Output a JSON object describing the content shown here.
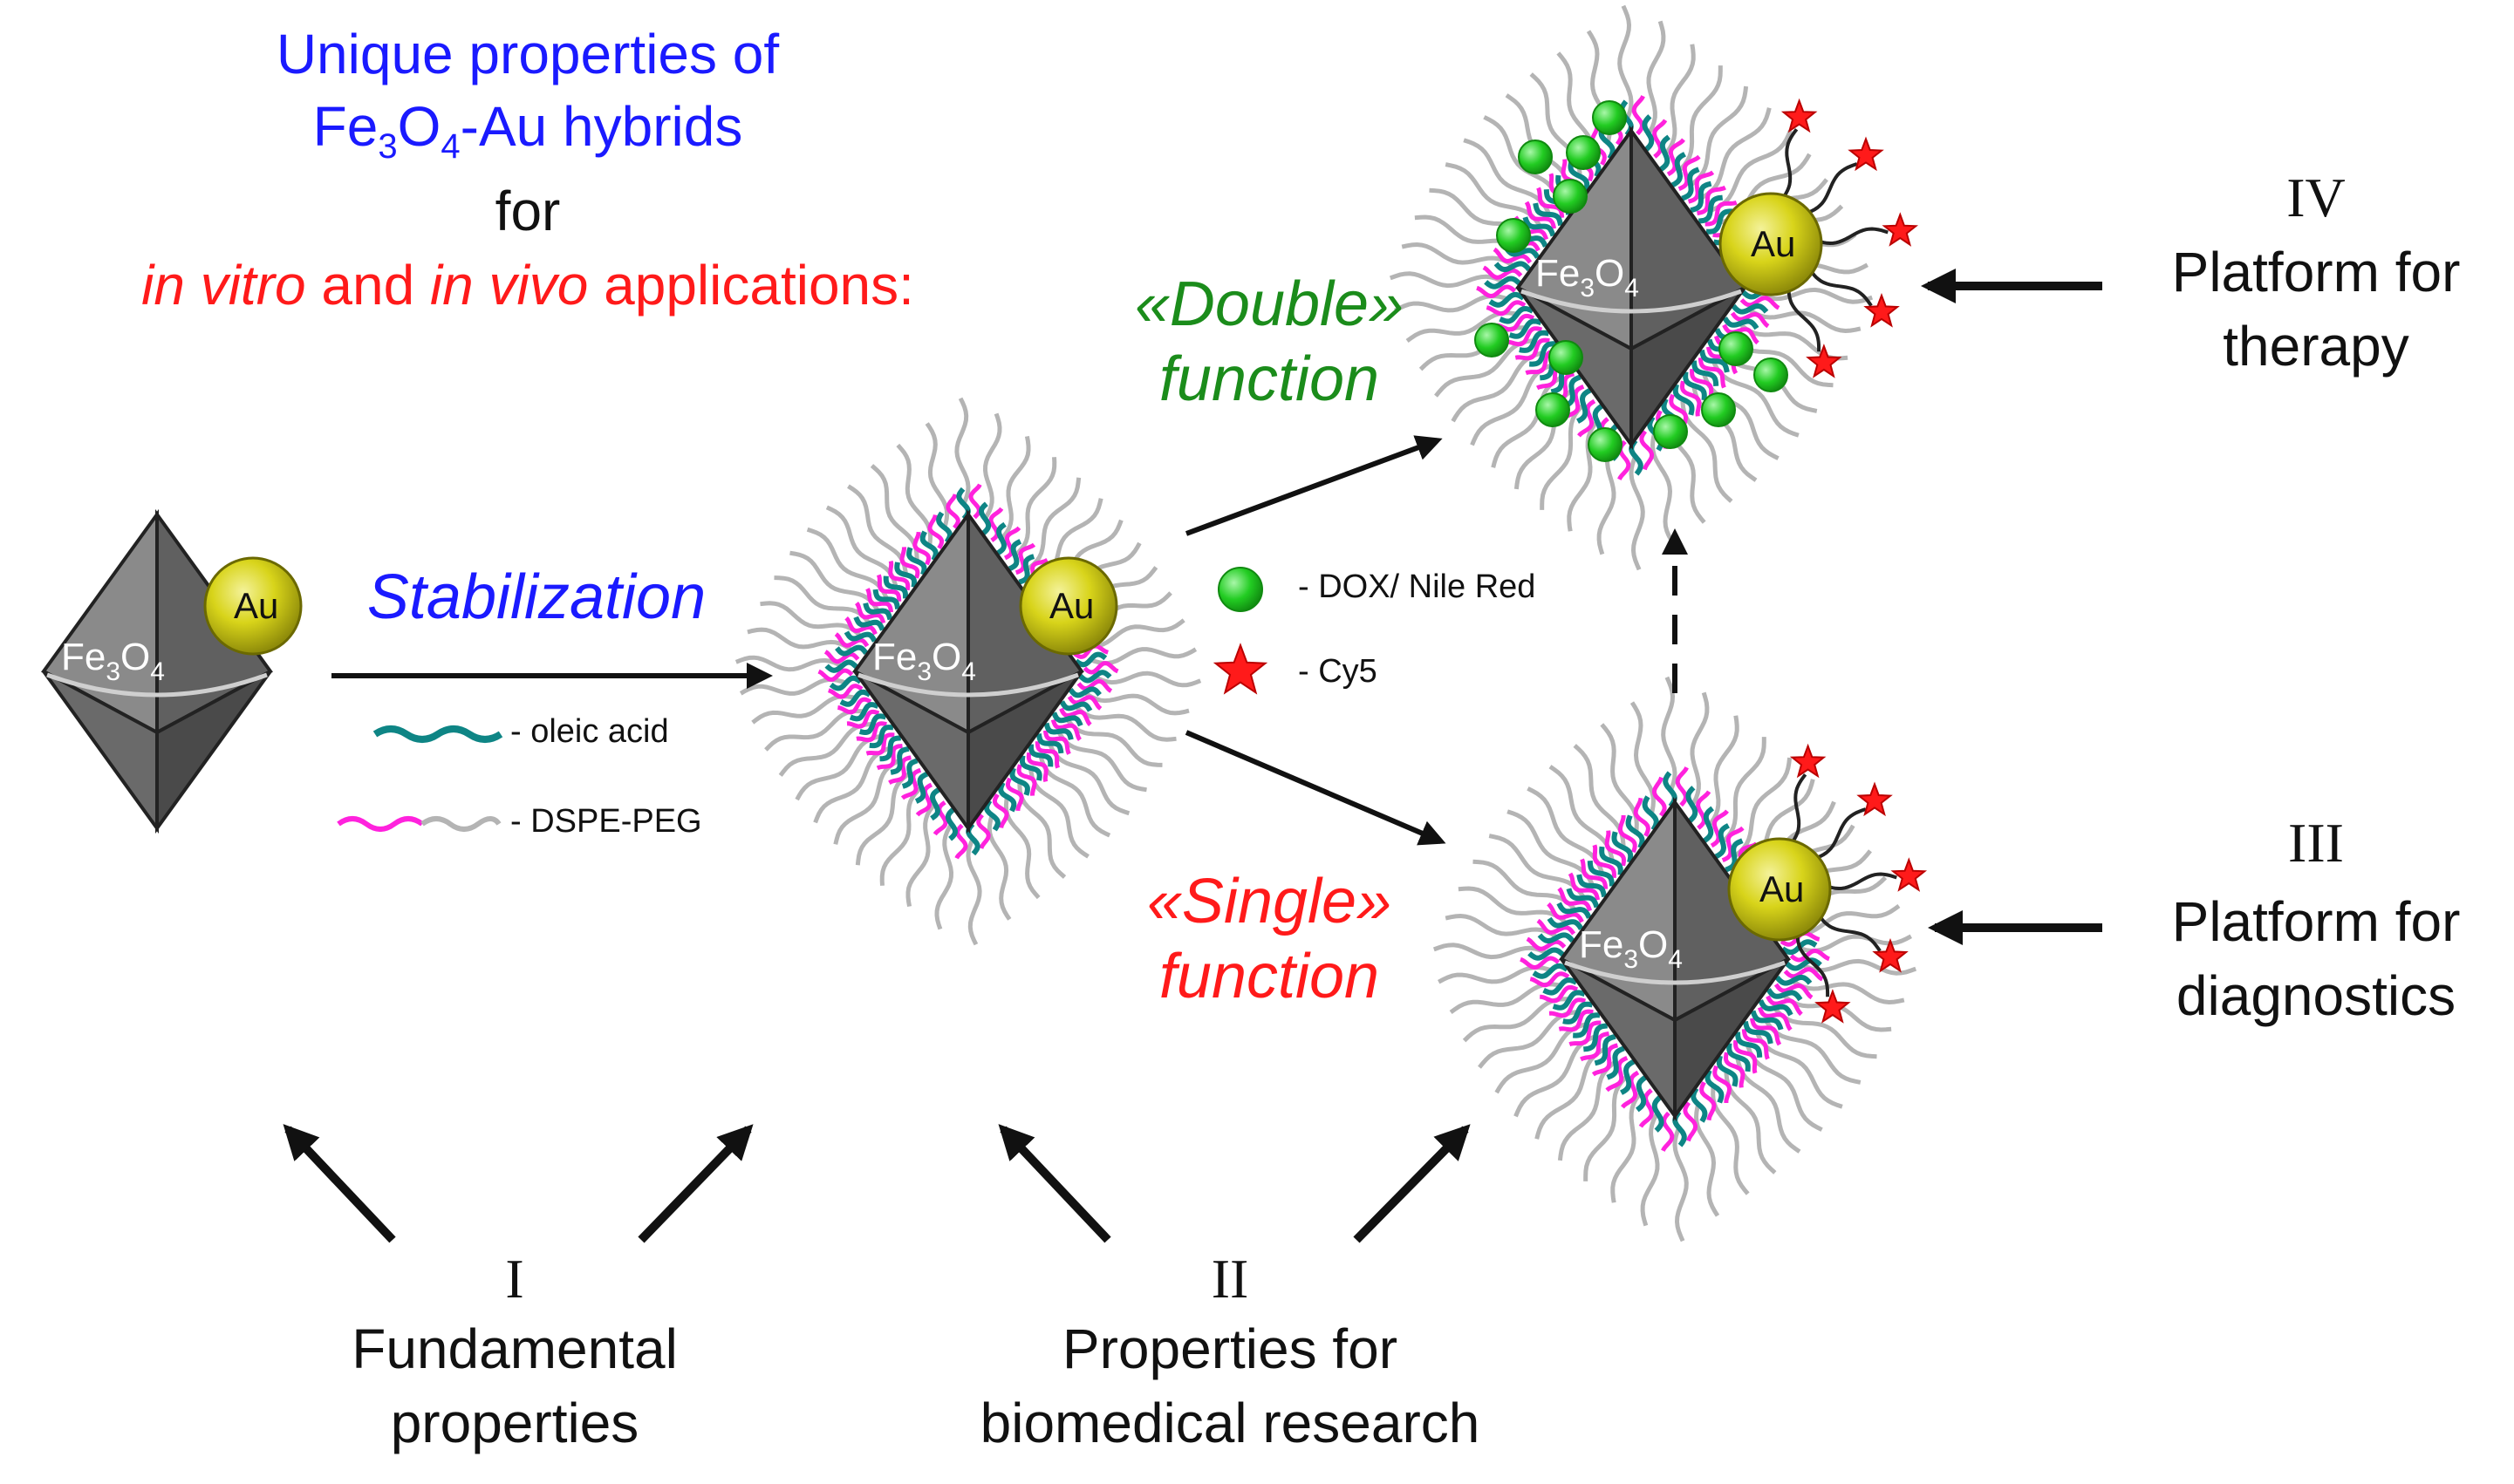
{
  "intro": {
    "line1": "Unique properties of",
    "line2_pre": "Fe",
    "line2_sub1": "3",
    "line2_mid": "O",
    "line2_sub2": "4",
    "line2_post": "-Au hybrids",
    "line3": "for",
    "line4_it1": "in vitro",
    "line4_and": " and ",
    "line4_it2": "in vivo",
    "line4_post": " applications:"
  },
  "particle": {
    "core_main": "Fe",
    "core_sub1": "3",
    "core_mid": "O",
    "core_sub2": "4",
    "gold": "Au"
  },
  "steps": {
    "stabilization": "Stabilization",
    "double_line1": "«Double»",
    "double_line2": "function",
    "single_line1": "«Single»",
    "single_line2": "function"
  },
  "legend": {
    "oleic": "- oleic acid",
    "dspe": "- DSPE-PEG",
    "dox": "- DOX/ Nile Red",
    "cy5": "- Cy5"
  },
  "levels": {
    "I": {
      "numeral": "I",
      "line1": "Fundamental",
      "line2": "properties"
    },
    "II": {
      "numeral": "II",
      "line1": "Properties for",
      "line2": "biomedical research"
    },
    "III": {
      "numeral": "III",
      "line1": "Platform for",
      "line2": "diagnostics"
    },
    "IV": {
      "numeral": "IV",
      "line1": "Platform for",
      "line2": "therapy"
    }
  },
  "colors": {
    "title_blue": "#1a1aff",
    "red": "#ff1a1a",
    "green": "#1b8c1b",
    "octahedron": "#6e6e6e",
    "gold": "#d8d41a",
    "oleic_acid": "#0e8585",
    "dspe": "#ff22dd",
    "peg": "#b4b4b4",
    "dox": "#22cc22",
    "cy5": "#ff1a1a"
  }
}
